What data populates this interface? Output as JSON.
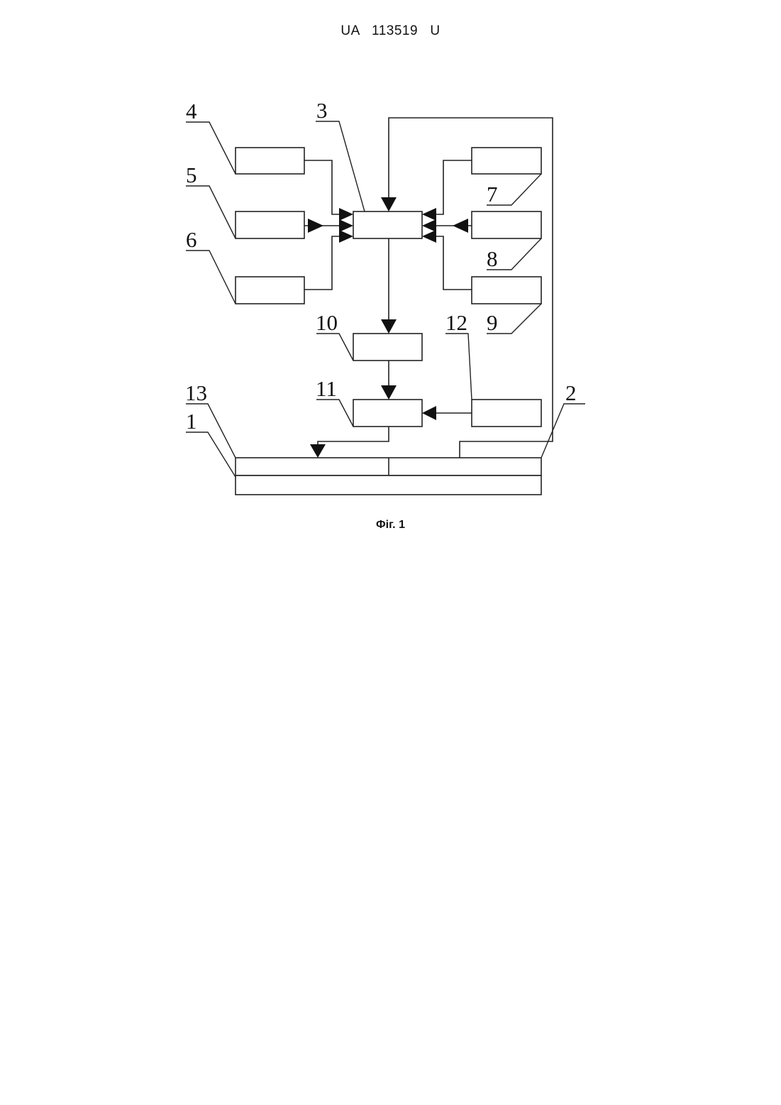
{
  "header": {
    "doc_number": "UA   113519   U"
  },
  "figure": {
    "caption": "Фіг. 1",
    "labels": {
      "n1": "1",
      "n2": "2",
      "n3": "3",
      "n4": "4",
      "n5": "5",
      "n6": "6",
      "n7": "7",
      "n8": "8",
      "n9": "9",
      "n10": "10",
      "n11": "11",
      "n12": "12",
      "n13": "13"
    }
  }
}
